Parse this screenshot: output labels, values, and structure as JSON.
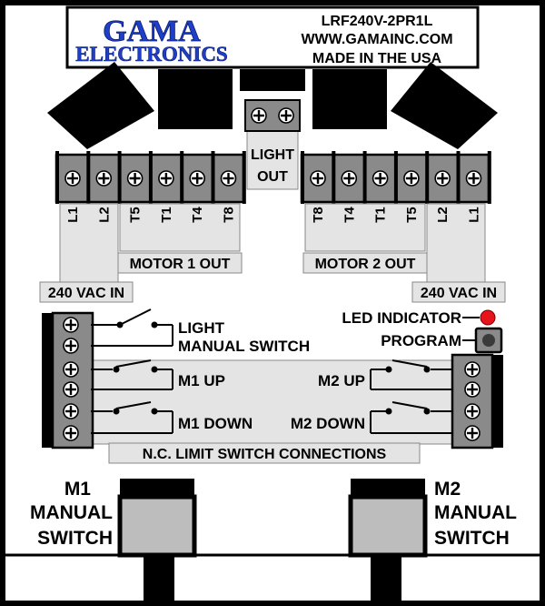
{
  "header": {
    "brand_line1": "GAMA",
    "brand_line2": "ELECTRONICS",
    "model": "LRF240V-2PR1L",
    "website": "WWW.GAMAINC.COM",
    "origin": "MADE IN THE USA"
  },
  "light_out": {
    "line1": "LIGHT",
    "line2": "OUT"
  },
  "terminals_left": [
    "L1",
    "L2",
    "T5",
    "T1",
    "T4",
    "T8"
  ],
  "terminals_right": [
    "T8",
    "T4",
    "T1",
    "T5",
    "L2",
    "L1"
  ],
  "motor1_out": "MOTOR 1 OUT",
  "motor2_out": "MOTOR 2 OUT",
  "vac_left": "240 VAC IN",
  "vac_right": "240 VAC IN",
  "light_switch": {
    "line1": "LIGHT",
    "line2": "MANUAL SWITCH"
  },
  "led_indicator": "LED INDICATOR",
  "program": "PROGRAM",
  "m1_up": "M1 UP",
  "m1_down": "M1 DOWN",
  "m2_up": "M2 UP",
  "m2_down": "M2 DOWN",
  "limit_switch": "N.C. LIMIT SWITCH CONNECTIONS",
  "m1_manual": {
    "line1": "M1",
    "line2": "MANUAL",
    "line3": "SWITCH"
  },
  "m2_manual": {
    "line1": "M2",
    "line2": "MANUAL",
    "line3": "SWITCH"
  },
  "colors": {
    "brand_blue": "#1e3fc8",
    "led_red": "#e8141b",
    "panel_gray": "#e4e4e4",
    "button_gray": "#bdbdbd"
  }
}
